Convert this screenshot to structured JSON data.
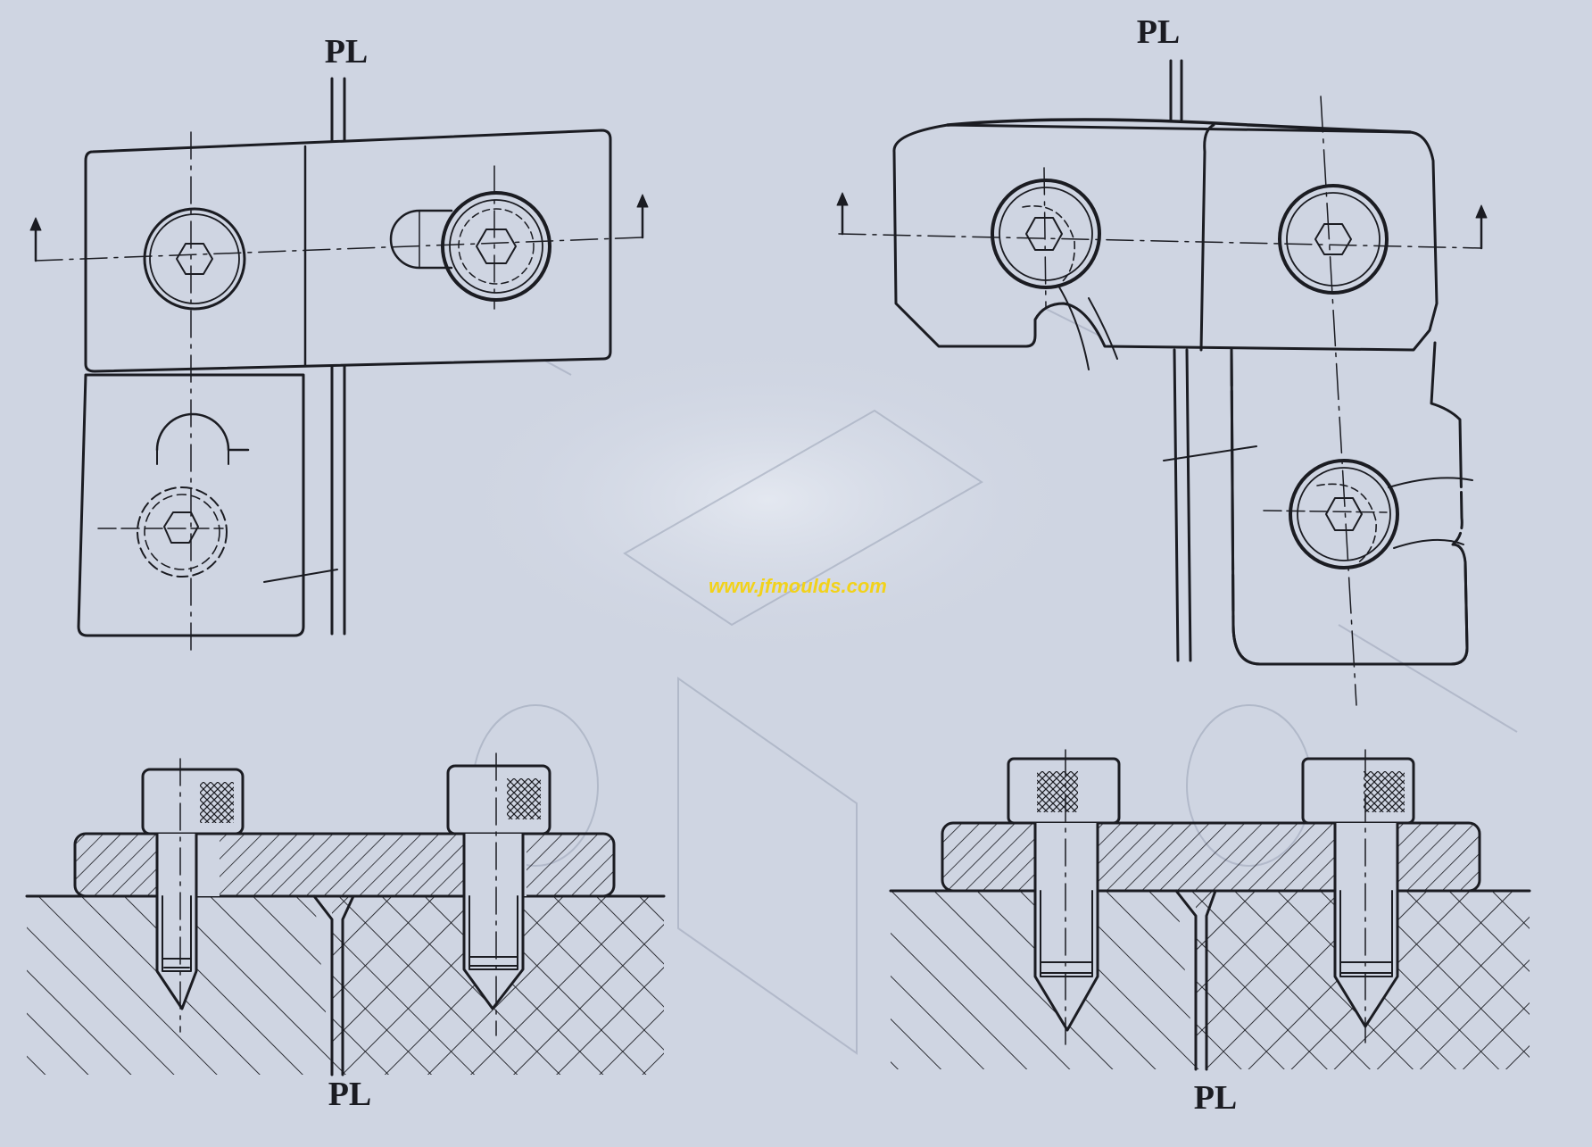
{
  "labels": {
    "pl_top_left": "PL",
    "pl_top_right": "PL",
    "pl_bottom_left": "PL",
    "pl_bottom_right": "PL"
  },
  "watermark": "www.jfmoulds.com",
  "colors": {
    "paper": "#cfd5e2",
    "ink": "#1b1c22",
    "watermark": "#f2d21a"
  }
}
